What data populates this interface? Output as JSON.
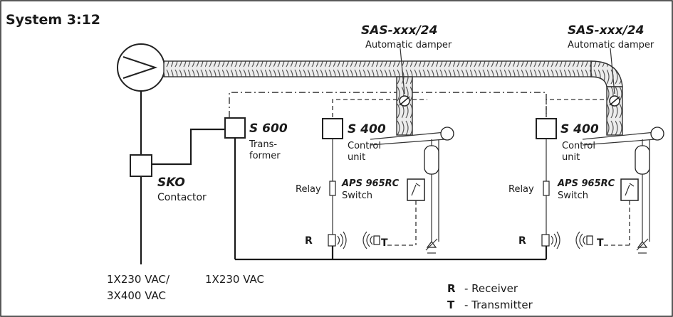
{
  "title": "System 3:12",
  "dampers": [
    {
      "model": "SAS-xxx/24",
      "desc": "Automatic damper"
    },
    {
      "model": "SAS-xxx/24",
      "desc": "Automatic damper"
    }
  ],
  "transformer": {
    "model": "S 600",
    "desc_line1": "Trans-",
    "desc_line2": "former"
  },
  "contactor": {
    "model": "SKO",
    "desc": "Contactor"
  },
  "control_units": [
    {
      "model": "S 400",
      "desc_line1": "Control",
      "desc_line2": "unit"
    },
    {
      "model": "S 400",
      "desc_line1": "Control",
      "desc_line2": "unit"
    }
  ],
  "switches": [
    {
      "model": "APS 965RC",
      "desc": "Switch"
    },
    {
      "model": "APS 965RC",
      "desc": "Switch"
    }
  ],
  "relay_label": "Relay",
  "receiver_letter": "R",
  "transmitter_letter": "T",
  "supply_main_line1": "1X230 VAC/",
  "supply_main_line2": "3X400 VAC",
  "supply_transformer": "1X230 VAC",
  "legend": [
    {
      "letter": "R",
      "text": "- Receiver"
    },
    {
      "letter": "T",
      "text": "- Transmitter"
    }
  ]
}
